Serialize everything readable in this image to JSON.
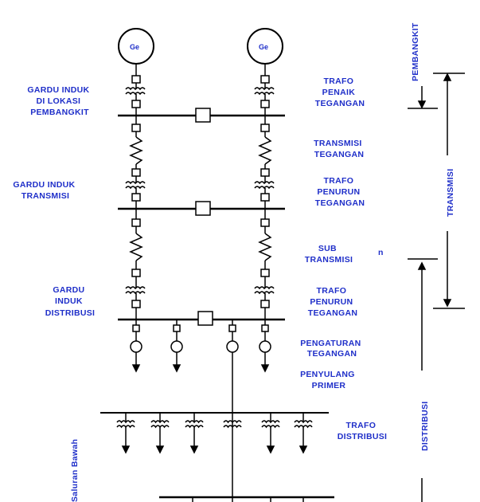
{
  "generators": {
    "left": "Ge",
    "right": "Ge"
  },
  "labels_left": {
    "gardu_pembangkit": [
      "GARDU INDUK",
      "DI LOKASI",
      "PEMBANGKIT"
    ],
    "gardu_transmisi": [
      "GARDU INDUK",
      "TRANSMISI"
    ],
    "gardu_distribusi": [
      "GARDU",
      "INDUK",
      "DISTRIBUSI"
    ]
  },
  "labels_right": {
    "trafo_penaik": [
      "TRAFO",
      "PENAIK",
      "TEGANGAN"
    ],
    "transmisi_tegangan": [
      "TRANSMISI",
      "TEGANGAN"
    ],
    "trafo_penurun_1": [
      "TRAFO",
      "PENURUN",
      "TEGANGAN"
    ],
    "sub_transmisi": [
      "SUB",
      "TRANSMISI"
    ],
    "trafo_penurun_2": [
      "TRAFO",
      "PENURUN",
      "TEGANGAN"
    ],
    "pengaturan": [
      "PENGATURAN",
      "TEGANGAN"
    ],
    "penyulang": [
      "PENYULANG",
      "PRIMER"
    ],
    "trafo_distribusi": [
      "TRAFO",
      "DISTRIBUSI"
    ]
  },
  "sections": {
    "pembangkit": "PEMBANGKIT",
    "transmisi": "TRANSMISI",
    "distribusi": "DISTRIBUSI"
  },
  "side_label": "Saluran Bawah",
  "stray_mark": "n"
}
